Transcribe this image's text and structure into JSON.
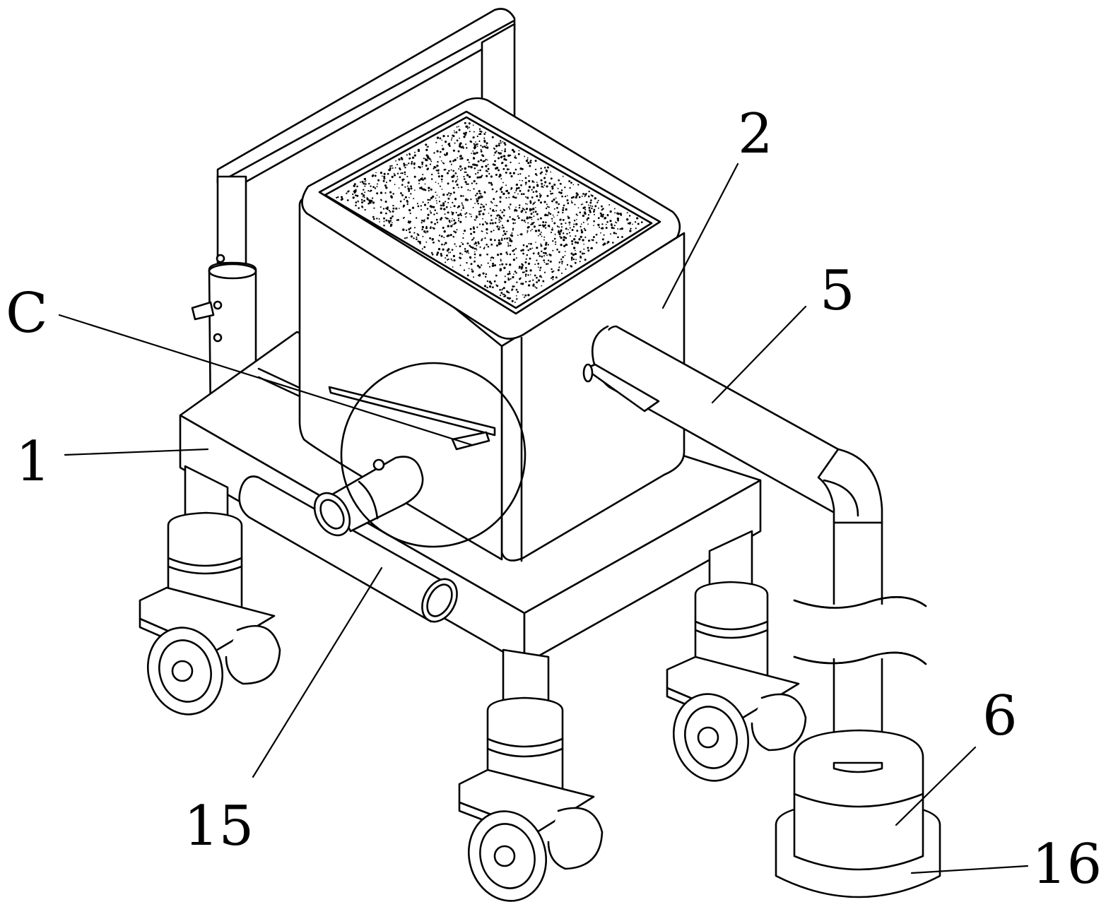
{
  "colors": {
    "line": "#000000",
    "background": "#ffffff"
  },
  "callouts": [
    {
      "id": "2",
      "text": "2"
    },
    {
      "id": "5",
      "text": "5"
    },
    {
      "id": "C",
      "text": "C"
    },
    {
      "id": "1",
      "text": "1"
    },
    {
      "id": "15",
      "text": "15"
    },
    {
      "id": "6",
      "text": "6"
    },
    {
      "id": "16",
      "text": "16"
    }
  ]
}
